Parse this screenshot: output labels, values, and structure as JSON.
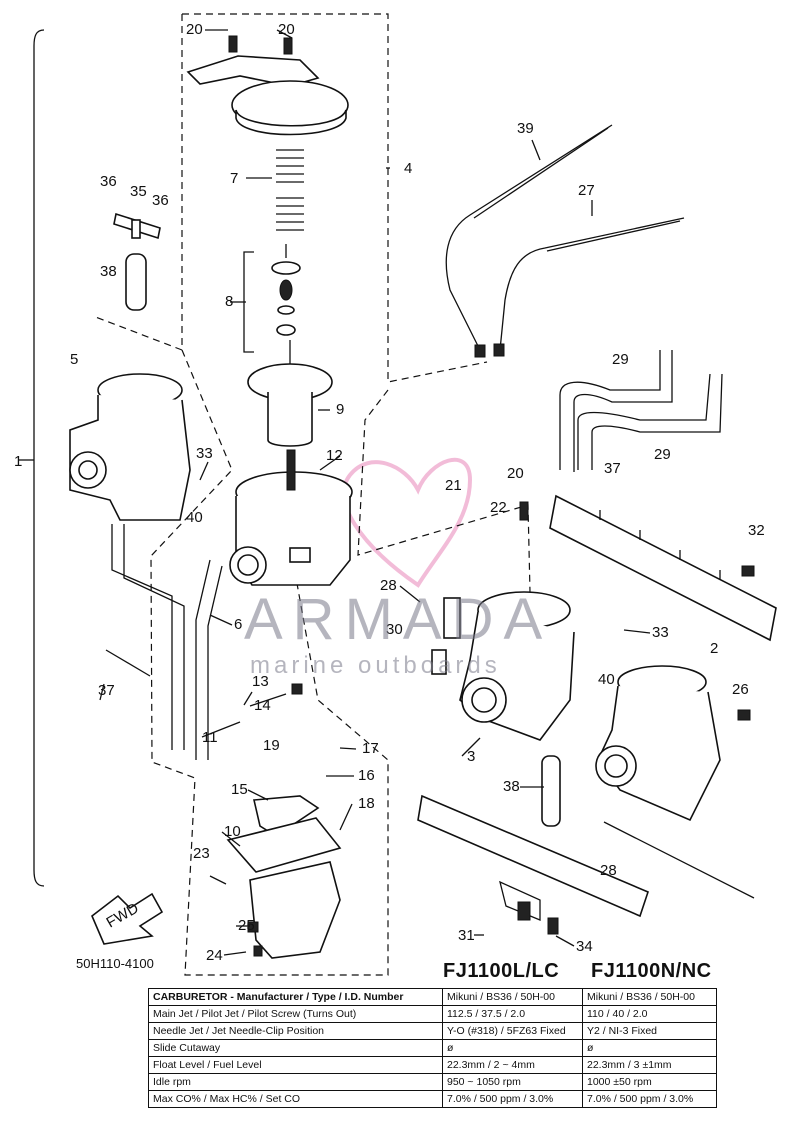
{
  "figure_code": "50H110-4100",
  "fwd_label": "FWD",
  "watermark": {
    "brand": "ARMADA",
    "tagline": "marine outboards"
  },
  "models": [
    "FJ1100L/LC",
    "FJ1100N/NC"
  ],
  "callouts": [
    "20",
    "20",
    "7",
    "4",
    "39",
    "27",
    "36",
    "35",
    "36",
    "38",
    "8",
    "9",
    "5",
    "1",
    "33",
    "12",
    "40",
    "21",
    "20",
    "22",
    "37",
    "29",
    "29",
    "32",
    "6",
    "28",
    "30",
    "33",
    "2",
    "37",
    "13",
    "14",
    "11",
    "40",
    "26",
    "19",
    "17",
    "16",
    "3",
    "38",
    "15",
    "18",
    "10",
    "23",
    "28",
    "31",
    "34",
    "25",
    "24"
  ],
  "specs_table": [
    [
      "CARBURETOR - Manufacturer / Type / I.D. Number",
      "Mikuni / BS36 / 50H-00",
      "Mikuni / BS36 / 50H-00"
    ],
    [
      "Main Jet / Pilot Jet / Pilot Screw (Turns Out)",
      "112.5 / 37.5 / 2.0",
      "110 / 40 / 2.0"
    ],
    [
      "Needle Jet / Jet Needle-Clip Position",
      "Y-O (#318) / 5FZ63 Fixed",
      "Y2 / NI-3 Fixed"
    ],
    [
      "Slide Cutaway",
      "ø",
      "ø"
    ],
    [
      "Float Level / Fuel Level",
      "22.3mm / 2 ~ 4mm",
      "22.3mm / 3 ±1mm"
    ],
    [
      "Idle rpm",
      "950 ~ 1050 rpm",
      "1000 ±50 rpm"
    ],
    [
      "Max CO% / Max HC% / Set CO",
      "7.0% / 500 ppm / 3.0%",
      "7.0% / 500 ppm / 3.0%"
    ]
  ]
}
